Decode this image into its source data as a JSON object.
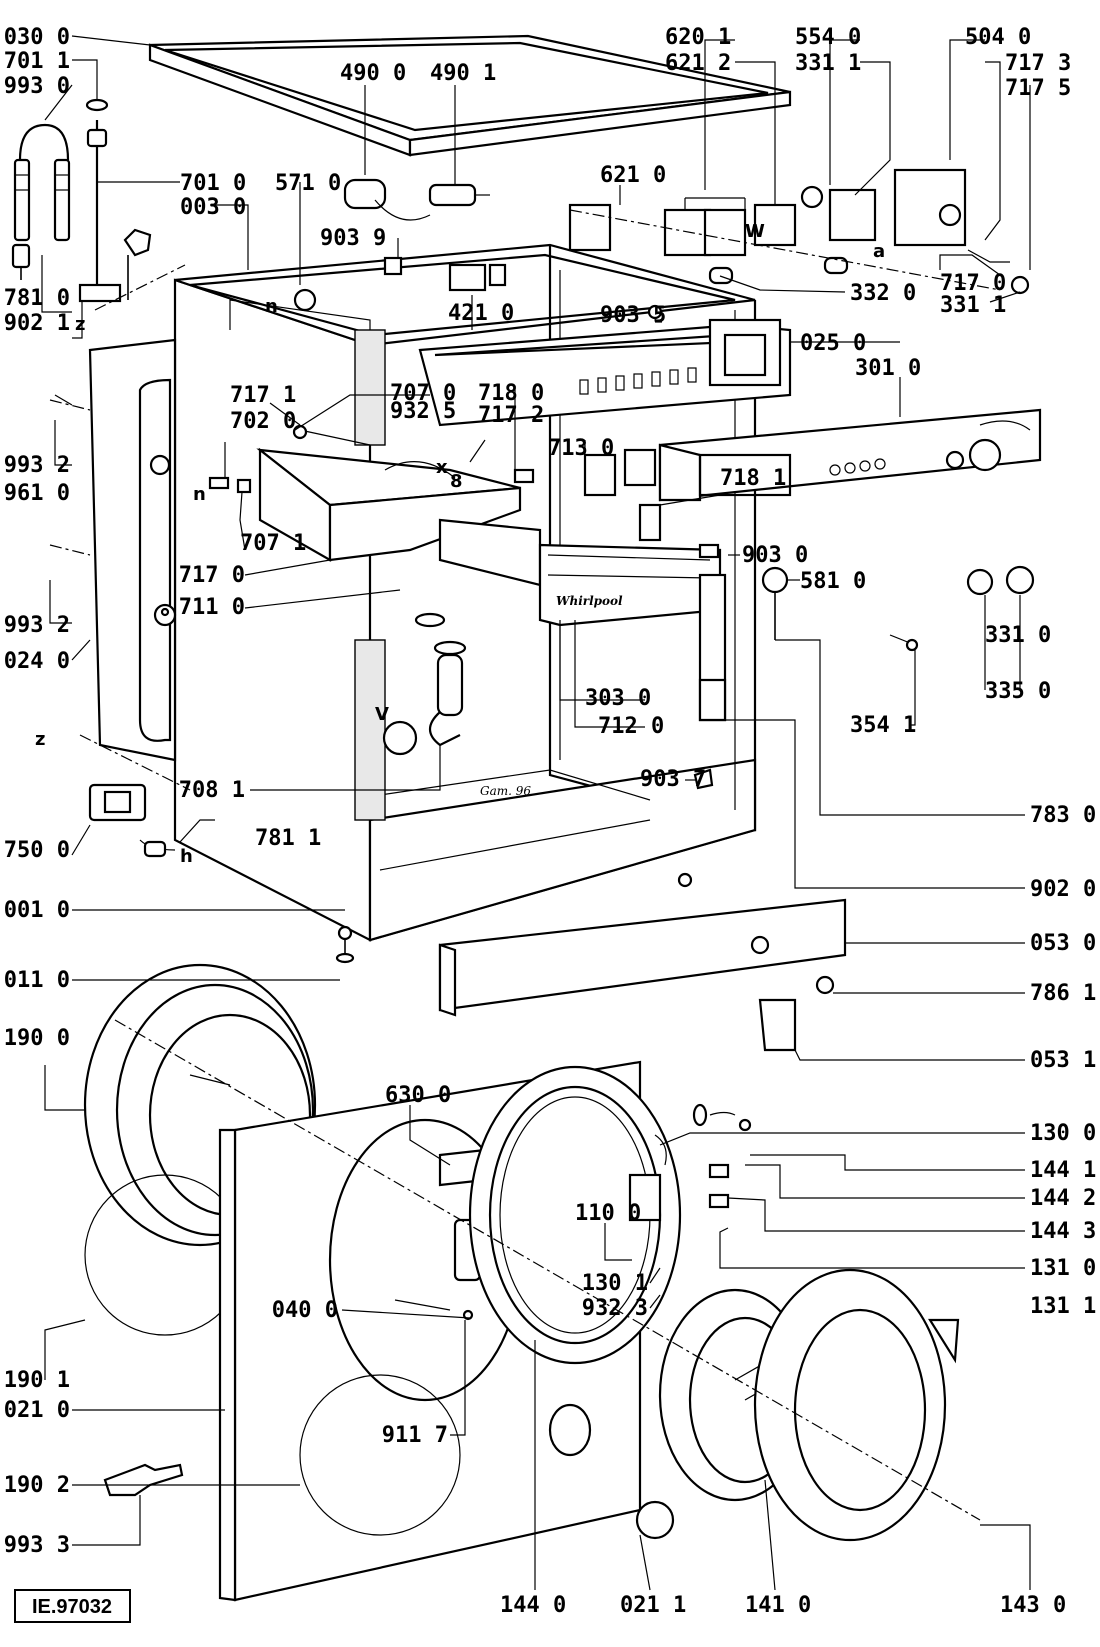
{
  "document_ref": "IE.97032",
  "brand_mark": "Whirlpool",
  "inscription": "Gam. 96",
  "letters": {
    "n1": "n",
    "n2": "n",
    "z1": "z",
    "z2": "z",
    "w": "W",
    "a": "a",
    "x": "x",
    "b": "8",
    "v": "V",
    "h": "h"
  },
  "labels": {
    "l0300": "030 0",
    "l7011": "701 1",
    "l9930": "993 0",
    "l4900": "490 0",
    "l4901": "490 1",
    "l6201": "620 1",
    "l6212": "621 2",
    "l5540": "554 0",
    "l3311a": "331 1",
    "l5040": "504 0",
    "l7173": "717 3",
    "l7175": "717 5",
    "l7010": "701 0",
    "l5710": "571 0",
    "l0030": "003 0",
    "l9039": "903 9",
    "l6210": "621 0",
    "l7170a": "717 0",
    "l3311b": "331 1",
    "l3320": "332 0",
    "l7810": "781 0",
    "l9021": "902 1",
    "l4210": "421 0",
    "l9035": "903 5",
    "l0250": "025 0",
    "l3010": "301 0",
    "l7171": "717 1",
    "l7070": "707 0",
    "l9325": "932 5",
    "l7020": "702 0",
    "l7180": "718 0",
    "l7172": "717 2",
    "l9932a": "993 2",
    "l9610": "961 0",
    "l7130": "713 0",
    "l7181": "718 1",
    "l7071": "707 1",
    "l7170b": "717 0",
    "l7110": "711 0",
    "l9030": "903 0",
    "l5810": "581 0",
    "l9932b": "993 2",
    "l0240": "024 0",
    "l3310": "331 0",
    "l3350": "335 0",
    "l3541": "354 1",
    "l3030": "303 0",
    "l7120": "712 0",
    "l7081": "708 1",
    "l9037": "903 7",
    "l7830": "783 0",
    "l7500": "750 0",
    "l7811": "781 1",
    "l9020": "902 0",
    "l0010": "001 0",
    "l0530": "053 0",
    "l0110": "011 0",
    "l7861": "786 1",
    "l0531": "053 1",
    "l1900": "190 0",
    "l6300": "630 0",
    "l1300": "130 0",
    "l1441": "144 1",
    "l1442": "144 2",
    "l1100": "110 0",
    "l1443": "144 3",
    "l1310": "131 0",
    "l1311": "131 1",
    "l1301": "130 1",
    "l9323": "932 3",
    "l0400": "040 0",
    "l1901": "190 1",
    "l0210": "021 0",
    "l9117": "911 7",
    "l1902": "190 2",
    "l9933": "993 3",
    "l1440": "144 0",
    "l0211": "021 1",
    "l1410": "141 0",
    "l1430": "143 0"
  }
}
